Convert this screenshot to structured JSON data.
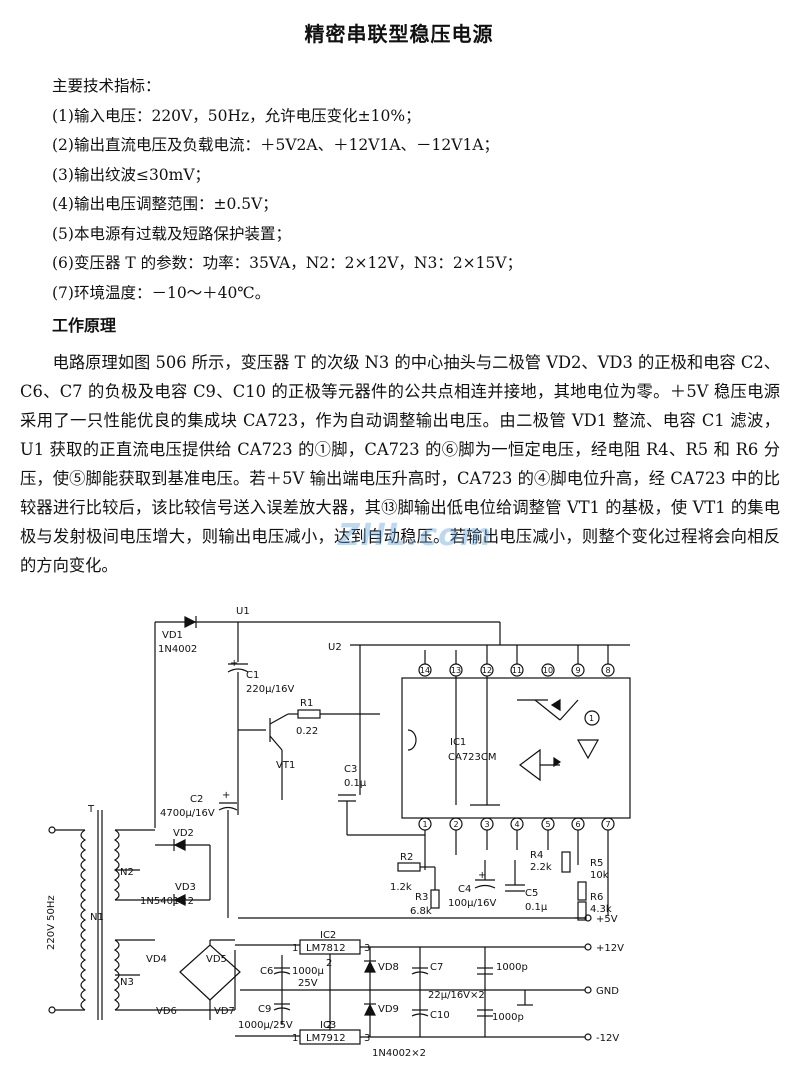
{
  "title": "精密串联型稳压电源",
  "specs": {
    "heading": "主要技术指标：",
    "items": [
      "(1)输入电压：220V，50Hz，允许电压变化±10%；",
      "(2)输出直流电压及负载电流：＋5V2A、＋12V1A、－12V1A；",
      "(3)输出纹波≤30mV；",
      "(4)输出电压调整范围：±0.5V；",
      "(5)本电源有过载及短路保护装置；",
      "(6)变压器 T 的参数：功率：35VA，N2：2×12V，N3：2×15V；",
      "(7)环境温度：－10～＋40℃。"
    ]
  },
  "principle": {
    "heading": "工作原理",
    "paragraph": "电路原理如图 506 所示，变压器 T 的次级 N3 的中心抽头与二极管 VD2、VD3 的正极和电容 C2、C6、C7 的负极及电容 C9、C10 的正极等元器件的公共点相连并接地，其地电位为零。＋5V 稳压电源采用了一只性能优良的集成块 CA723，作为自动调整输出电压。由二极管 VD1 整流、电容 C1 滤波，U1 获取的正直流电压提供给 CA723 的①脚，CA723 的⑥脚为一恒定电压，经电阻 R4、R5 和 R6 分压，使⑤脚能获取到基准电压。若＋5V 输出端电压升高时，CA723 的④脚电位升高，经 CA723 中的比较器进行比较后，该比较信号送入误差放大器，其⑬脚输出低电位给调整管 VT1 的基极，使 VT1 的集电极与发射极间电压增大，则输出电压减小，达到自动稳压。若输出电压减小，则整个变化过程将会向相反的方向变化。"
  },
  "watermark": "ZHL.com",
  "schematic": {
    "labels": {
      "u1": "U1",
      "u2": "U2",
      "vd1": "VD1",
      "vd1_part": "1N4002",
      "c1": "C1",
      "c1_val": "220μ/16V",
      "r1": "R1",
      "r1_val": "0.22",
      "vt1": "VT1",
      "c2": "C2",
      "c2_val": "4700μ/16V",
      "c3": "C3",
      "c3_val": "0.1μ",
      "t": "T",
      "n1": "N1",
      "n2": "N2",
      "n3": "N3",
      "mains": "220V 50Hz",
      "vd2": "VD2",
      "vd3": "VD3",
      "vd23_part": "1N5401×2",
      "ic1": "IC1",
      "ic1_part": "CA723CM",
      "r2": "R2",
      "r2_val": "1.2k",
      "r3": "R3",
      "r3_val": "6.8k",
      "c4": "C4",
      "c4_val": "100μ/16V",
      "c5": "C5",
      "c5_val": "0.1μ",
      "r4": "R4",
      "r4_val": "2.2k",
      "r5": "R5",
      "r5_val": "10k",
      "r6": "R6",
      "r6_val": "4.3k",
      "out_p5": "+5V",
      "out_p12": "+12V",
      "out_gnd": "GND",
      "out_m12": "-12V",
      "ic2": "IC2",
      "ic2_part": "LM7812",
      "ic3": "IC3",
      "ic3_part": "LM7912",
      "vd4": "VD4",
      "vd5": "VD5",
      "vd6": "VD6",
      "vd7": "VD7",
      "c6": "C6",
      "c6_val": "1000μ",
      "c6_val2": "25V",
      "c9": "C9",
      "c9_val": "1000μ/25V",
      "vd8": "VD8",
      "vd9": "VD9",
      "vd89_part": "1N4002×2",
      "c7": "C7",
      "c10": "C10",
      "c710_val": "22μ/16V×2",
      "c_1000p_a": "1000p",
      "c_1000p_b": "1000p",
      "pin1": "1",
      "pin2": "2",
      "pin3": "3",
      "pins_top": [
        "14",
        "13",
        "12",
        "11",
        "10",
        "9",
        "8"
      ],
      "pins_bottom": [
        "1",
        "2",
        "3",
        "4",
        "5",
        "6",
        "7"
      ],
      "pin_misc": "1",
      "plus": "+"
    }
  }
}
